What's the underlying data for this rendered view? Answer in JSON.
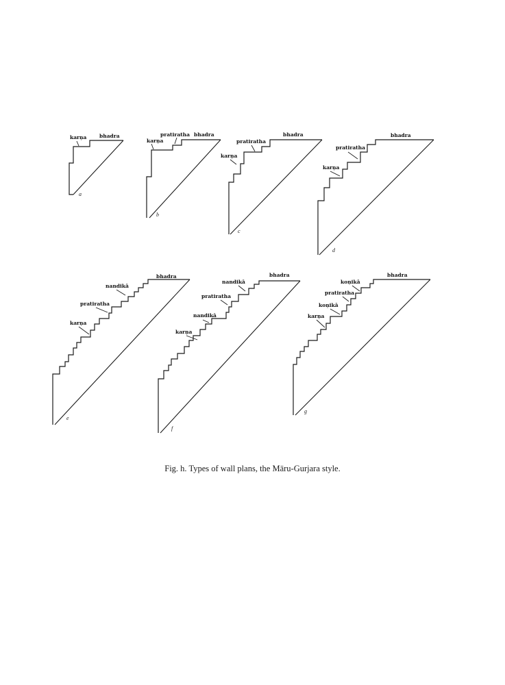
{
  "caption": "Fig. h.  Types of wall plans, the Māru-Gurjara style.",
  "plans": [
    {
      "id": "a",
      "letter": "a",
      "labels": [
        "karṇa",
        "bhadra"
      ]
    },
    {
      "id": "b",
      "letter": "b",
      "labels": [
        "pratiratha",
        "karṇa",
        "bhadra"
      ]
    },
    {
      "id": "c",
      "letter": "c",
      "labels": [
        "pratiratha",
        "bhadra",
        "karṇa"
      ]
    },
    {
      "id": "d",
      "letter": "d",
      "labels": [
        "bhadra",
        "pratiratha",
        "karṇa"
      ]
    },
    {
      "id": "e",
      "letter": "e",
      "labels": [
        "bhadra",
        "nandikā",
        "pratiratha",
        "karṇa"
      ]
    },
    {
      "id": "f",
      "letter": "f",
      "labels": [
        "nandikā",
        "bhadra",
        "pratiratha",
        "nandikā",
        "karṇa"
      ]
    },
    {
      "id": "g",
      "letter": "g",
      "labels": [
        "koṇikā",
        "bhadra",
        "pratiratha",
        "koṇikā",
        "karṇa"
      ]
    }
  ]
}
